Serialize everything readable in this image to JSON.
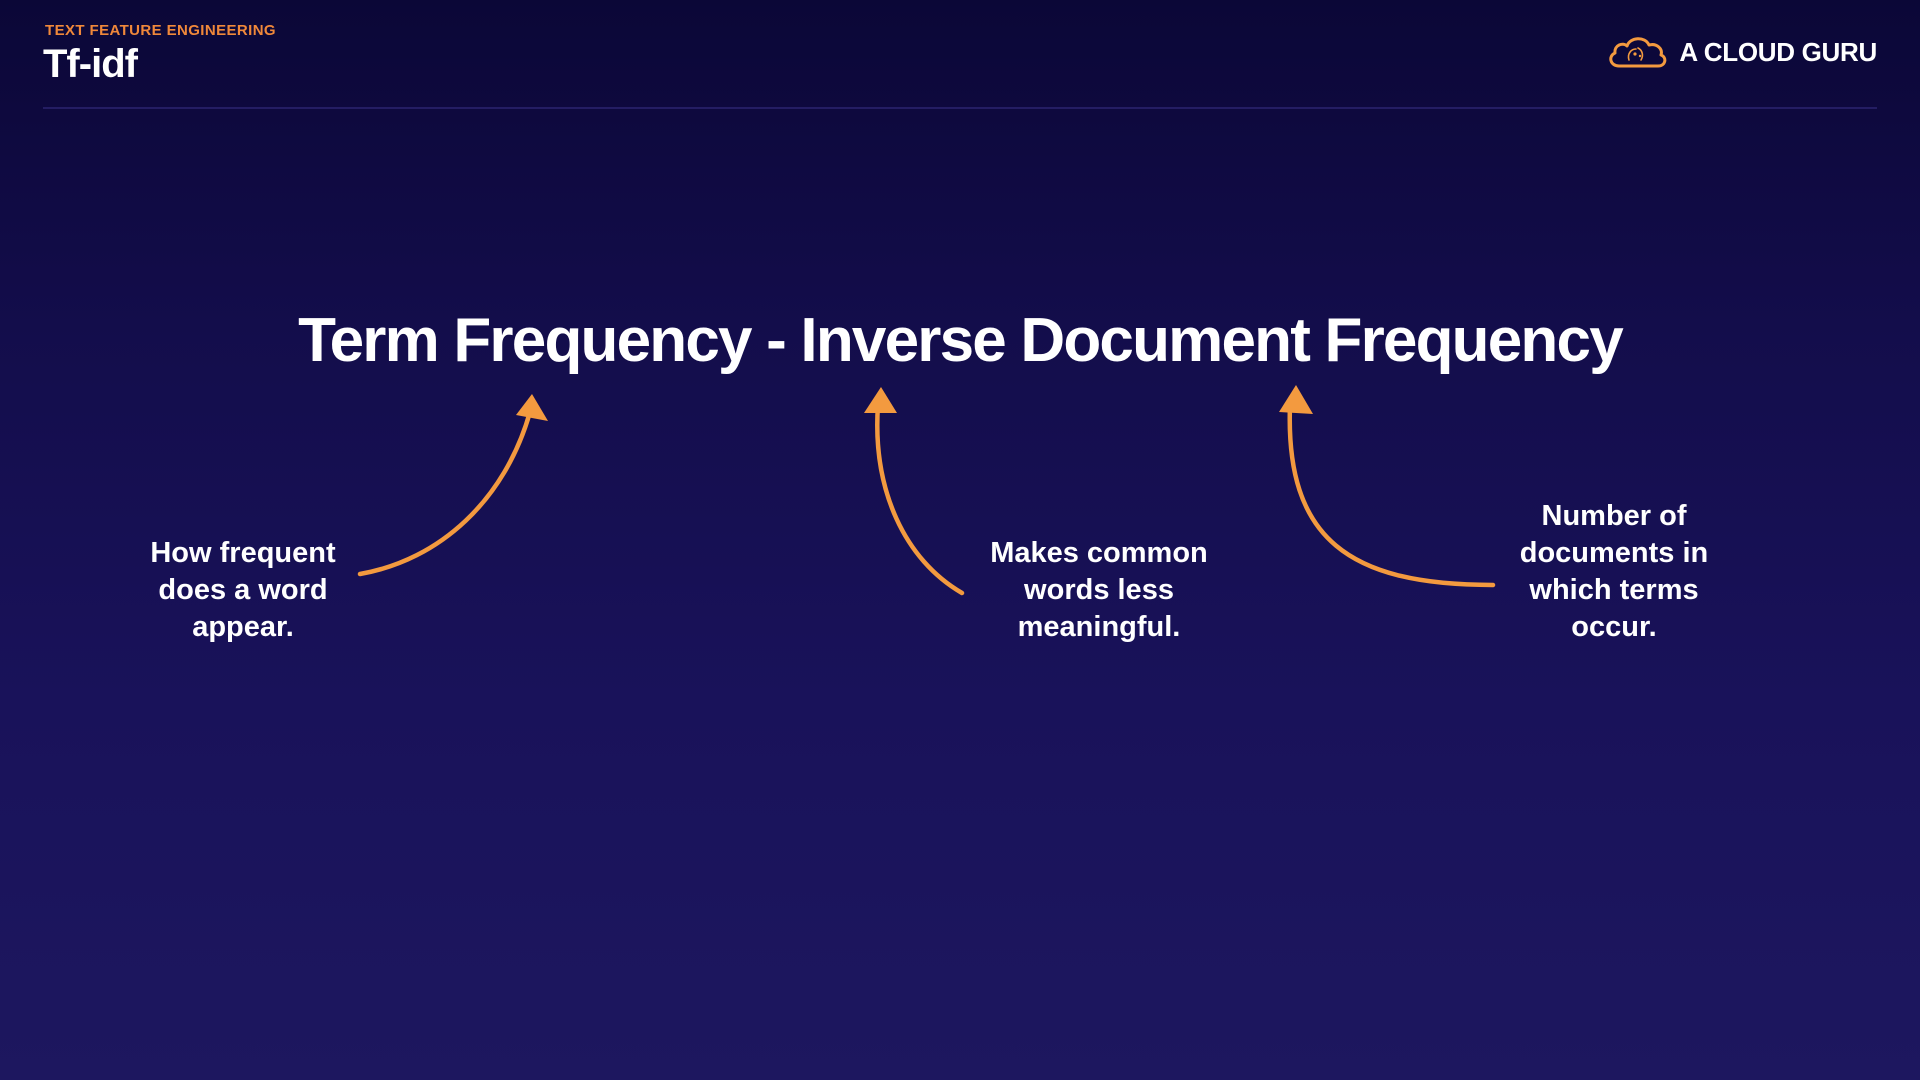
{
  "header": {
    "eyebrow": "TEXT FEATURE ENGINEERING",
    "title": "Tf-idf"
  },
  "brand": {
    "name": "A CLOUD GURU",
    "logo_icon": "cloud-icon"
  },
  "headline": "Term Frequency - Inverse Document Frequency",
  "annotations": [
    {
      "lines": [
        "How frequent",
        "does a word",
        "appear."
      ]
    },
    {
      "lines": [
        "Makes common",
        "words less",
        "meaningful."
      ]
    },
    {
      "lines": [
        "Number of",
        "documents in",
        "which terms",
        "occur."
      ]
    }
  ],
  "colors": {
    "background_top": "#0b0737",
    "background_bottom": "#1d175f",
    "accent": "#f39a3f",
    "text": "#ffffff"
  }
}
